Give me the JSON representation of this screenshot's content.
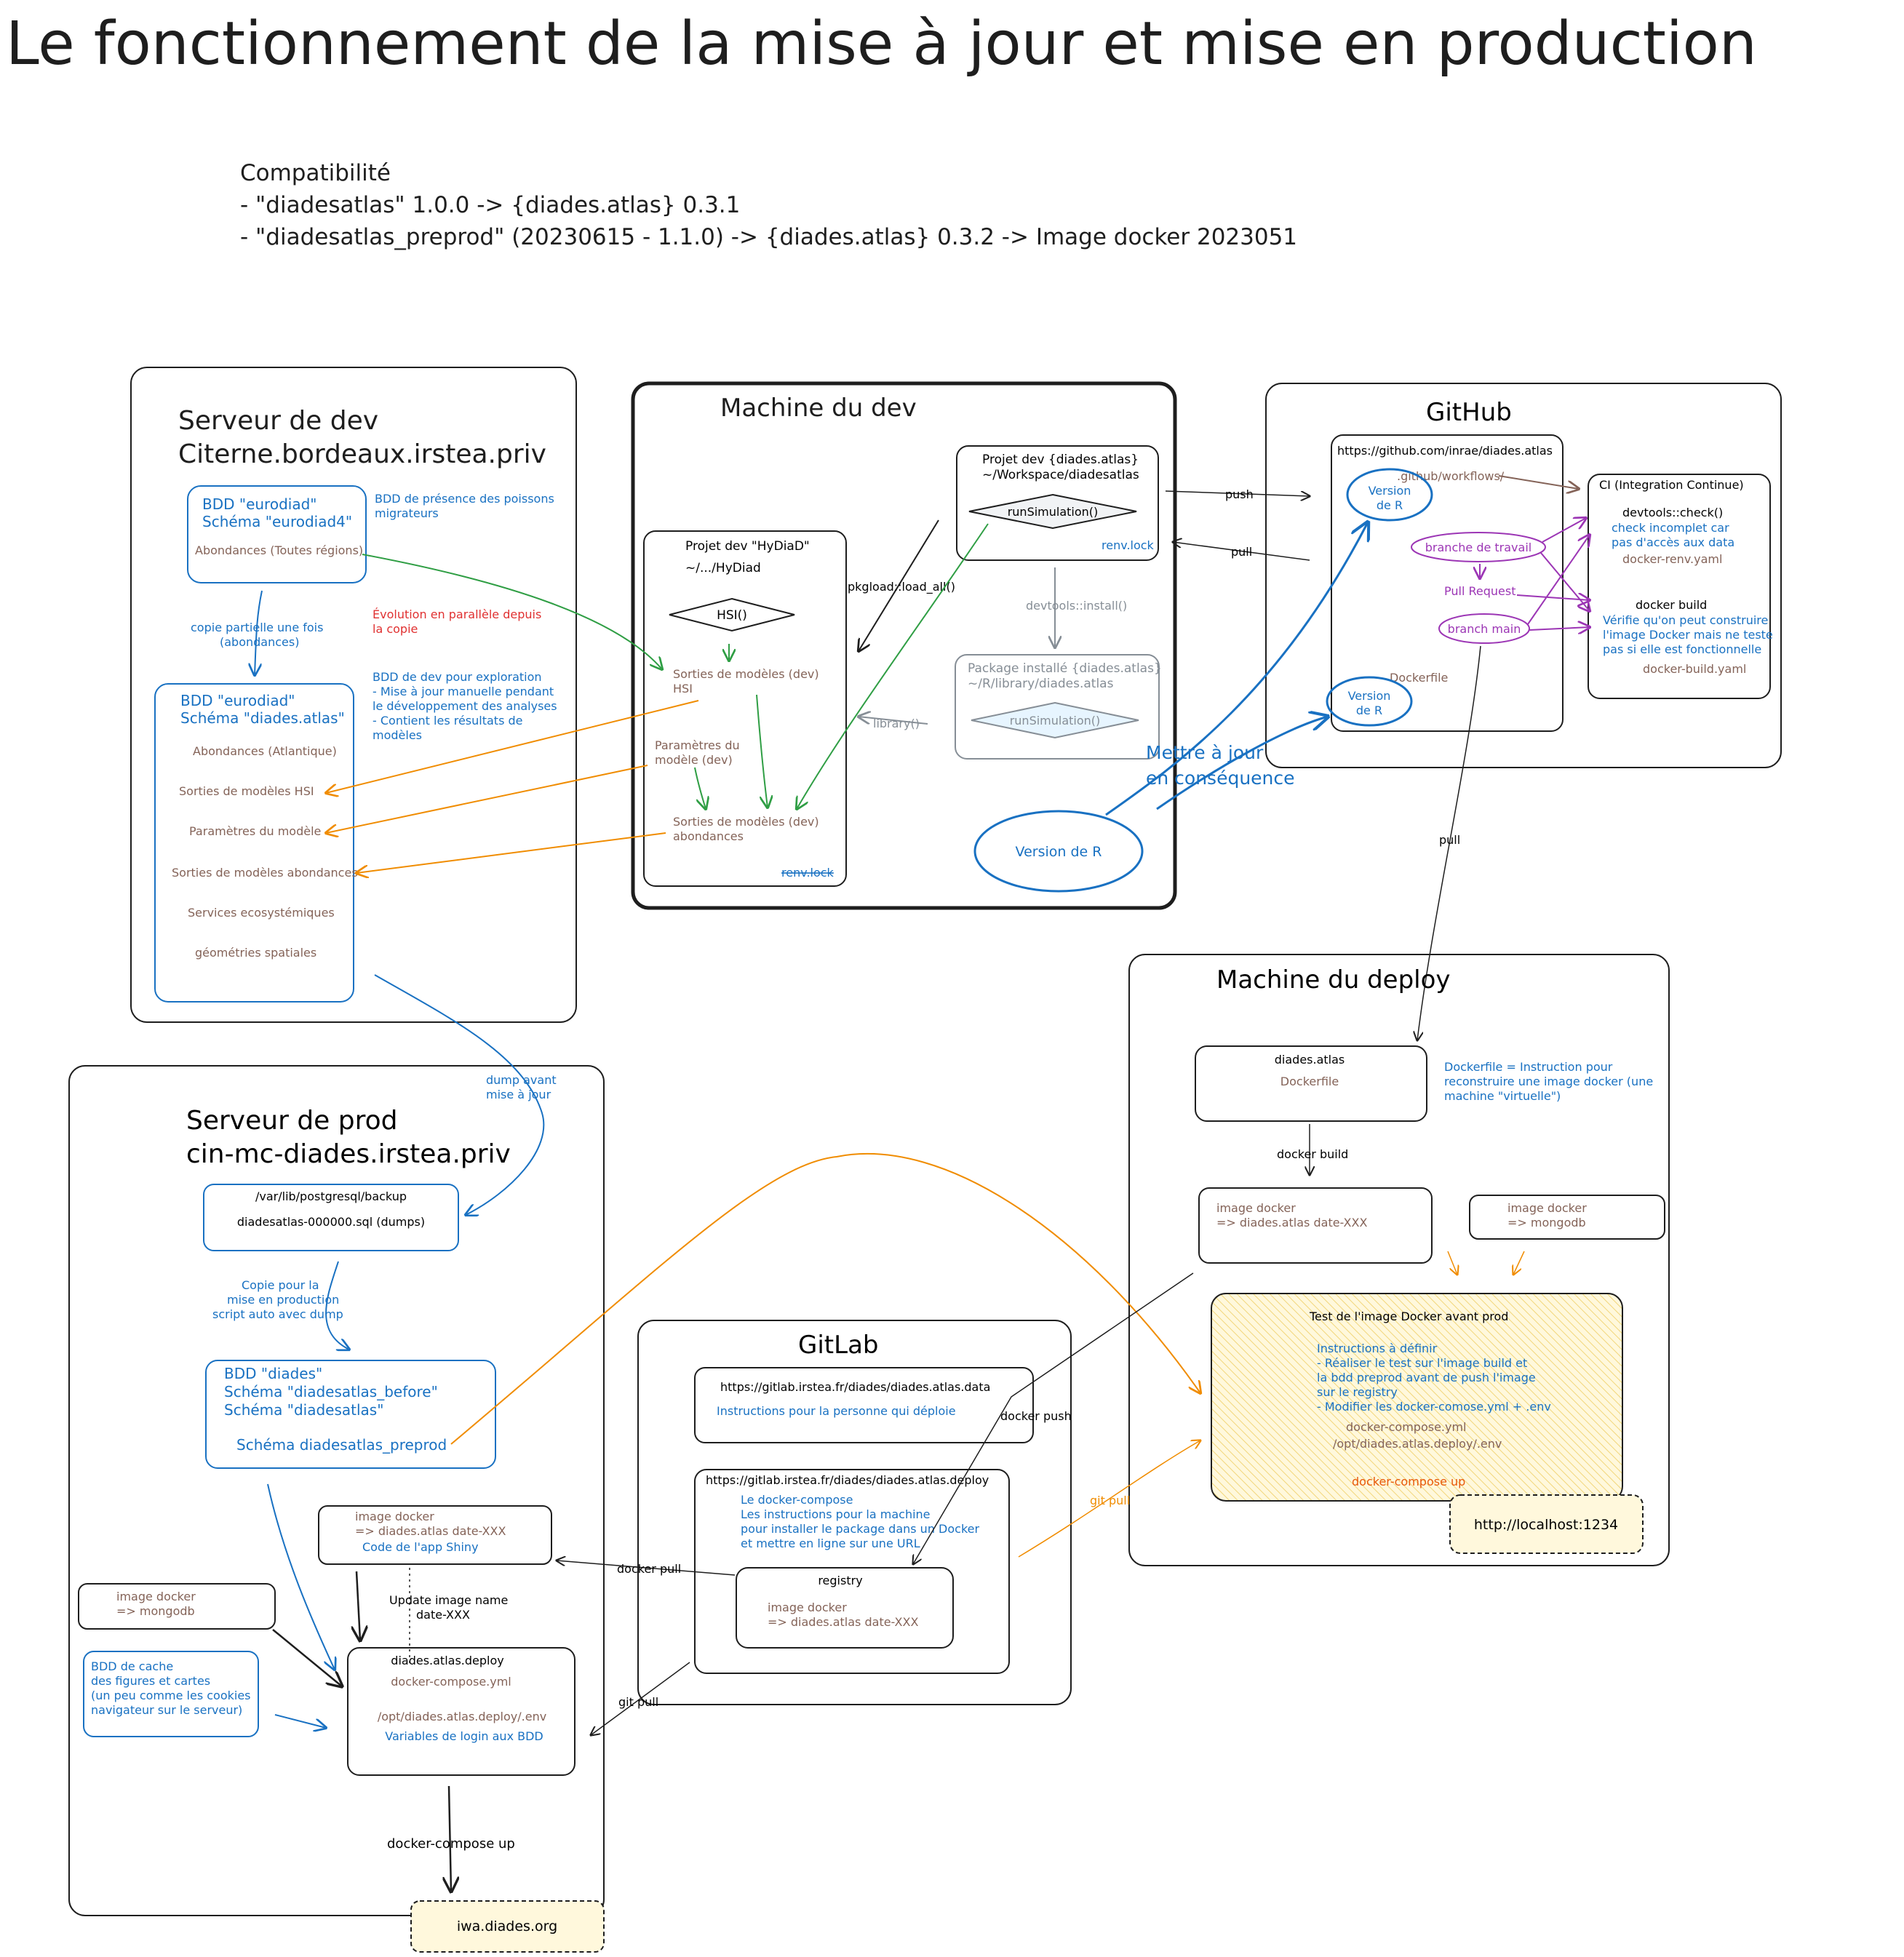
{
  "title": "Le fonctionnement de la mise à jour et mise en production",
  "compat": {
    "heading": "Compatibilité",
    "line1": "- \"diadesatlas\" 1.0.0 -> {diades.atlas} 0.3.1",
    "line2": "- \"diadesatlas_preprod\" (20230615 - 1.1.0) -> {diades.atlas} 0.3.2 -> Image docker  2023051"
  },
  "colors": {
    "ink": "#1e1e1e",
    "blue": "#1971c2",
    "brown": "#846358",
    "green": "#2f9e44",
    "orange": "#f08c00",
    "purple": "#9c36b5",
    "red": "#e03131",
    "grey": "#868e96",
    "yellowFill": "#fcedb4"
  },
  "devServer": {
    "title1": "Serveur de dev",
    "title2": "Citerne.bordeaux.irstea.priv",
    "bdd1": {
      "l1": "BDD \"eurodiad\"",
      "l2": "Schéma \"eurodiad4\"",
      "l3": "Abondances (Toutes régions)"
    },
    "bdd1Note1": "BDD de présence des poissons",
    "bdd1Note2": "migrateurs",
    "copyLabel1": "copie partielle une fois",
    "copyLabel2": "(abondances)",
    "evolution1": "Évolution en parallèle depuis",
    "evolution2": "la copie",
    "devNote": [
      "BDD de dev pour exploration",
      "- Mise à jour manuelle pendant",
      "le développement des analyses",
      "- Contient les résultats de",
      "modèles"
    ],
    "bdd2": {
      "l1": "BDD \"eurodiad\"",
      "l2": "Schéma \"diades.atlas\""
    },
    "bdd2Items": [
      "Abondances (Atlantique)",
      "Sorties de modèles HSI",
      "Paramètres du modèle",
      "Sorties de modèles abondances",
      "Services ecosystémiques",
      "géométries spatiales"
    ]
  },
  "devMachine": {
    "title": "Machine du dev",
    "hydiad": {
      "l1": "Projet dev \"HyDiaD\"",
      "l2": "~/.../HyDiad",
      "hsi": "HSI()",
      "out1a": "Sorties de modèles (dev)",
      "out1b": "HSI",
      "params1": "Paramètres du",
      "params2": "modèle (dev)",
      "out2a": "Sorties de modèles (dev)",
      "out2b": "abondances",
      "renv": "renv.lock"
    },
    "projAtlas": {
      "l1": "Projet dev {diades.atlas}",
      "l2": "~/Workspace/diadesatlas",
      "run": "runSimulation()",
      "renv": "renv.lock"
    },
    "pkg": {
      "l1": "Package installé {diades.atlas}",
      "l2": "~/R/library/diades.atlas",
      "run": "runSimulation()"
    },
    "pkgload": "pkgload::load_all()",
    "devtools": "devtools::install()",
    "library": "library()",
    "versionR": "Version de R",
    "update1": "Mettre à jour",
    "update2": "en conséquence"
  },
  "github": {
    "title": "GitHub",
    "url": "https://github.com/inrae/diades.atlas",
    "workflows": ".github/workflows/",
    "versionR1a": "Version",
    "versionR1b": "de R",
    "branchWork": "branche de travail",
    "pullRequest": "Pull Request",
    "branchMain": "branch main",
    "dockerfile": "Dockerfile",
    "versionR2a": "Version",
    "versionR2b": "de R",
    "push": "push",
    "pull": "pull",
    "ci": {
      "title": "CI (Integration Continue)",
      "check": "devtools::check()",
      "checkNote1": "check incomplet car",
      "checkNote2": "pas d'accès aux data",
      "checkYaml": "docker-renv.yaml",
      "build": "docker build",
      "buildNote1": "Vérifie qu'on peut construire",
      "buildNote2": "l'image Docker mais ne teste",
      "buildNote3": "pas si elle est fonctionnelle",
      "buildYaml": "docker-build.yaml"
    },
    "pullDown": "pull"
  },
  "deploy": {
    "title": "Machine du deploy",
    "atlasBox": {
      "l1": "diades.atlas",
      "l2": "Dockerfile"
    },
    "dockerfileNote1": "Dockerfile = Instruction pour",
    "dockerfileNote2": "reconstruire une image docker (une",
    "dockerfileNote3": "machine \"virtuelle\")",
    "dockerBuild": "docker build",
    "image1": {
      "l1": "image docker",
      "l2": "=> diades.atlas date-XXX"
    },
    "image2": {
      "l1": "image docker",
      "l2": "=> mongodb"
    },
    "test": {
      "title": "Test de l'image Docker avant prod",
      "l1": "Instructions à définir",
      "l2": "- Réaliser le test sur l'image build et",
      "l3": "la bdd preprod avant de push l'image",
      "l4": "sur le registry",
      "l5": "- Modifier les docker-comose.yml + .env",
      "l6": "docker-compose.yml",
      "l7": "/opt/diades.atlas.deploy/.env",
      "l8": "docker-compose up"
    },
    "localhost": "http://localhost:1234"
  },
  "prodServer": {
    "title1": "Serveur de prod",
    "title2": "cin-mc-diades.irstea.priv",
    "dumpLabel1": "dump avant",
    "dumpLabel2": "mise à jour",
    "backup": {
      "l1": "/var/lib/postgresql/backup",
      "l2": "diadesatlas-000000.sql (dumps)"
    },
    "copyNote1": "Copie pour la",
    "copyNote2": "mise en production",
    "copyNote3": "script auto avec dump",
    "bdd": {
      "l1": "BDD \"diades\"",
      "l2": "Schéma \"diadesatlas_before\"",
      "l3": "Schéma \"diadesatlas\"",
      "l4": "Schéma diadesatlas_preprod"
    },
    "imageShiny": {
      "l1": "image docker",
      "l2": "=> diades.atlas date-XXX",
      "l3": "Code de l'app Shiny"
    },
    "imageMongo": {
      "l1": "image docker",
      "l2": "=> mongodb"
    },
    "updateName1": "Update image name",
    "updateName2": "date-XXX",
    "cache": [
      "BDD de cache",
      "des figures et cartes",
      "(un peu comme les cookies",
      "navigateur sur le serveur)"
    ],
    "deployBox": {
      "l1": "diades.atlas.deploy",
      "l2": "docker-compose.yml",
      "l3": "/opt/diades.atlas.deploy/.env",
      "l4": "Variables de login aux BDD"
    },
    "composeUp": "docker-compose up",
    "site": "iwa.diades.org"
  },
  "gitlab": {
    "title": "GitLab",
    "data": {
      "l1": "https://gitlab.irstea.fr/diades/diades.atlas.data",
      "l2": "Instructions pour la personne qui déploie"
    },
    "deploy": {
      "l1": "https://gitlab.irstea.fr/diades/diades.atlas.deploy",
      "l2": "Le docker-compose",
      "l3": "Les instructions pour la machine",
      "l4": "pour installer le package dans un Docker",
      "l5": "et mettre en ligne sur une URL"
    },
    "registry": {
      "l1": "registry",
      "l2": "image docker",
      "l3": "=> diades.atlas date-XXX"
    },
    "dockerPush": "docker push",
    "dockerPull": "docker pull",
    "gitPull1": "git pull",
    "gitPull2": "git pull"
  }
}
